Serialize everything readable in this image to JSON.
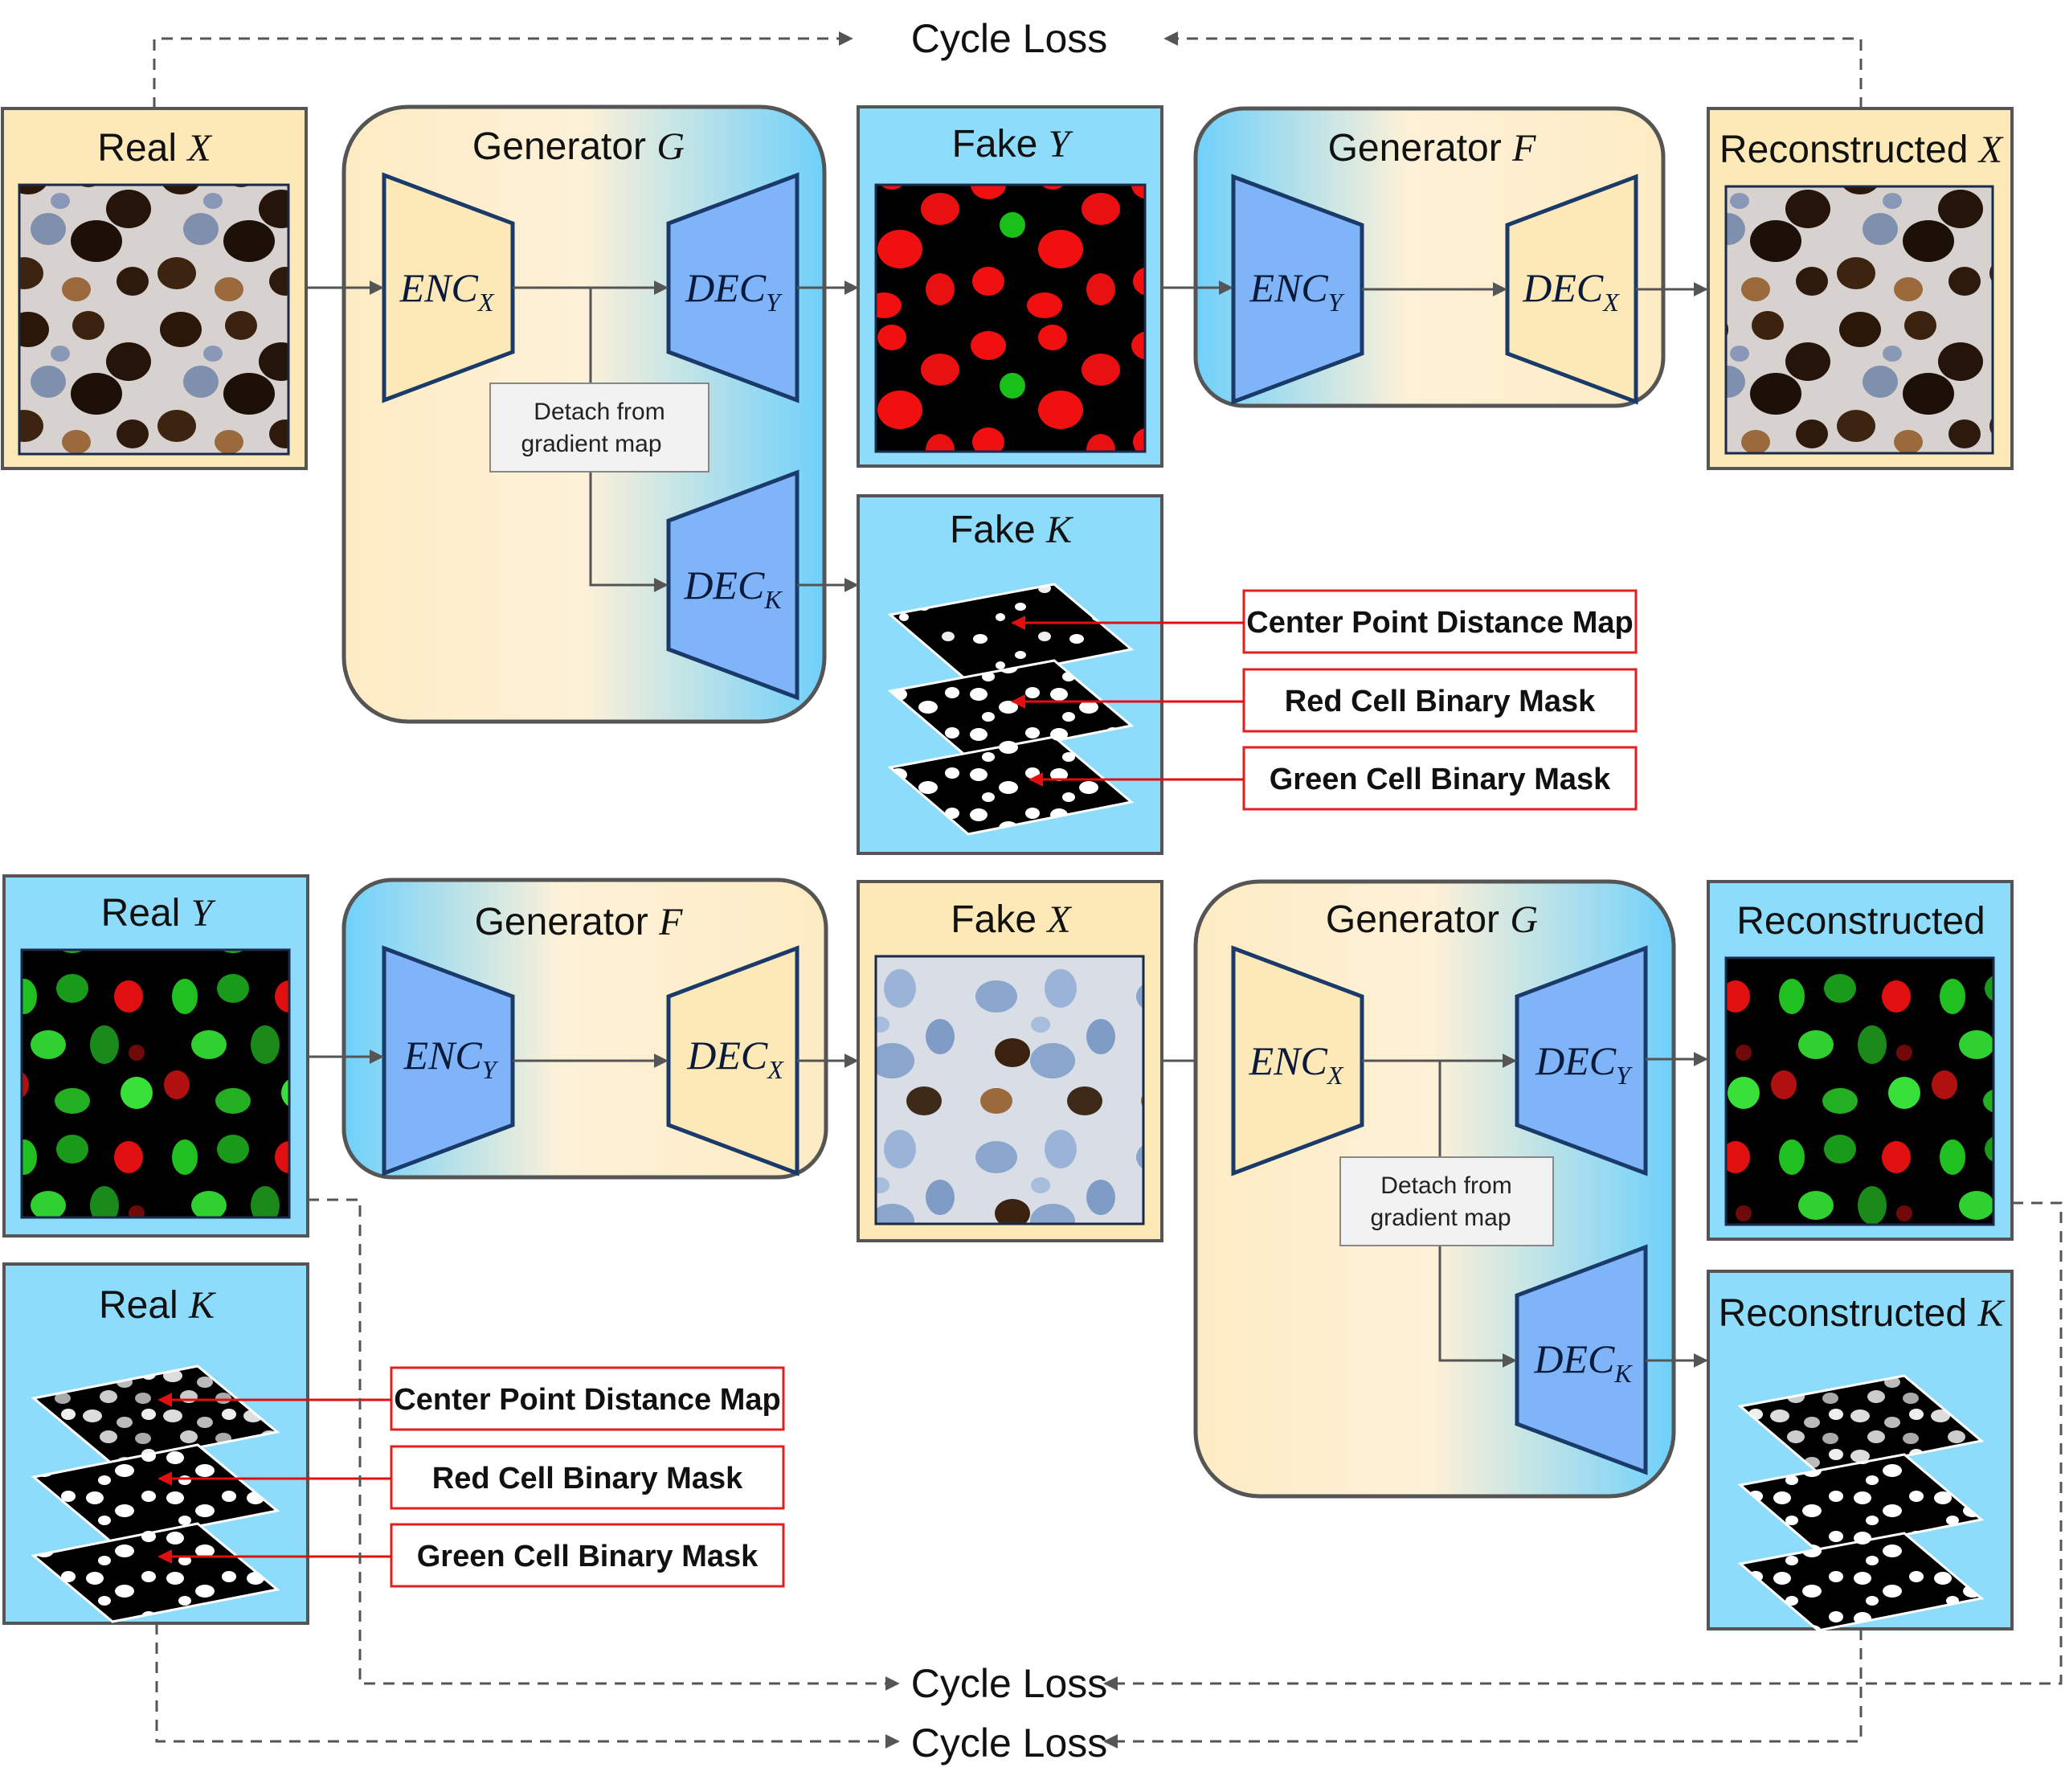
{
  "cycle_loss_top": "Cycle Loss",
  "cycle_loss_mid": "Cycle Loss",
  "cycle_loss_bottom": "Cycle Loss",
  "top": {
    "real_x": {
      "word": "Real",
      "sym": "X"
    },
    "generator_g": {
      "word": "Generator",
      "sym": "G"
    },
    "fake_y": {
      "word": "Fake",
      "sym": "Y"
    },
    "generator_f": {
      "word": "Generator",
      "sym": "F"
    },
    "reconstructed_x": {
      "word": "Reconstructed",
      "sym": "X"
    },
    "fake_k": {
      "word": "Fake",
      "sym": "K"
    },
    "enc_x": {
      "main": "ENC",
      "sub": "X"
    },
    "dec_y": {
      "main": "DEC",
      "sub": "Y"
    },
    "dec_k": {
      "main": "DEC",
      "sub": "K"
    },
    "enc_y": {
      "main": "ENC",
      "sub": "Y"
    },
    "dec_x": {
      "main": "DEC",
      "sub": "X"
    },
    "detach_line1": "Detach from",
    "detach_line2": "gradient map",
    "labels": [
      "Center Point Distance Map",
      "Red Cell Binary Mask",
      "Green Cell Binary Mask"
    ]
  },
  "bottom": {
    "real_y": {
      "word": "Real",
      "sym": "Y"
    },
    "generator_f": {
      "word": "Generator",
      "sym": "F"
    },
    "fake_x": {
      "word": "Fake",
      "sym": "X"
    },
    "generator_g": {
      "word": "Generator",
      "sym": "G"
    },
    "reconstructed": {
      "word": "Reconstructed"
    },
    "real_k": {
      "word": "Real",
      "sym": "K"
    },
    "reconstructed_k": {
      "word": "Reconstructed",
      "sym": "K"
    },
    "enc_y": {
      "main": "ENC",
      "sub": "Y"
    },
    "dec_x": {
      "main": "DEC",
      "sub": "X"
    },
    "enc_x": {
      "main": "ENC",
      "sub": "X"
    },
    "dec_y": {
      "main": "DEC",
      "sub": "Y"
    },
    "dec_k": {
      "main": "DEC",
      "sub": "K"
    },
    "detach_line1": "Detach from",
    "detach_line2": "gradient map",
    "labels": [
      "Center Point Distance Map",
      "Red Cell Binary Mask",
      "Green Cell Binary Mask"
    ]
  },
  "colors": {
    "he_panel": "#fde8b8",
    "fl_panel": "#8edcfb",
    "encoder_tan": "#fde8b8",
    "decoder_blue": "#80b4f8",
    "trap_stroke": "#1a3a6a",
    "label_border": "#e02020",
    "arrow_red": "#e01010",
    "frame": "#555555"
  }
}
